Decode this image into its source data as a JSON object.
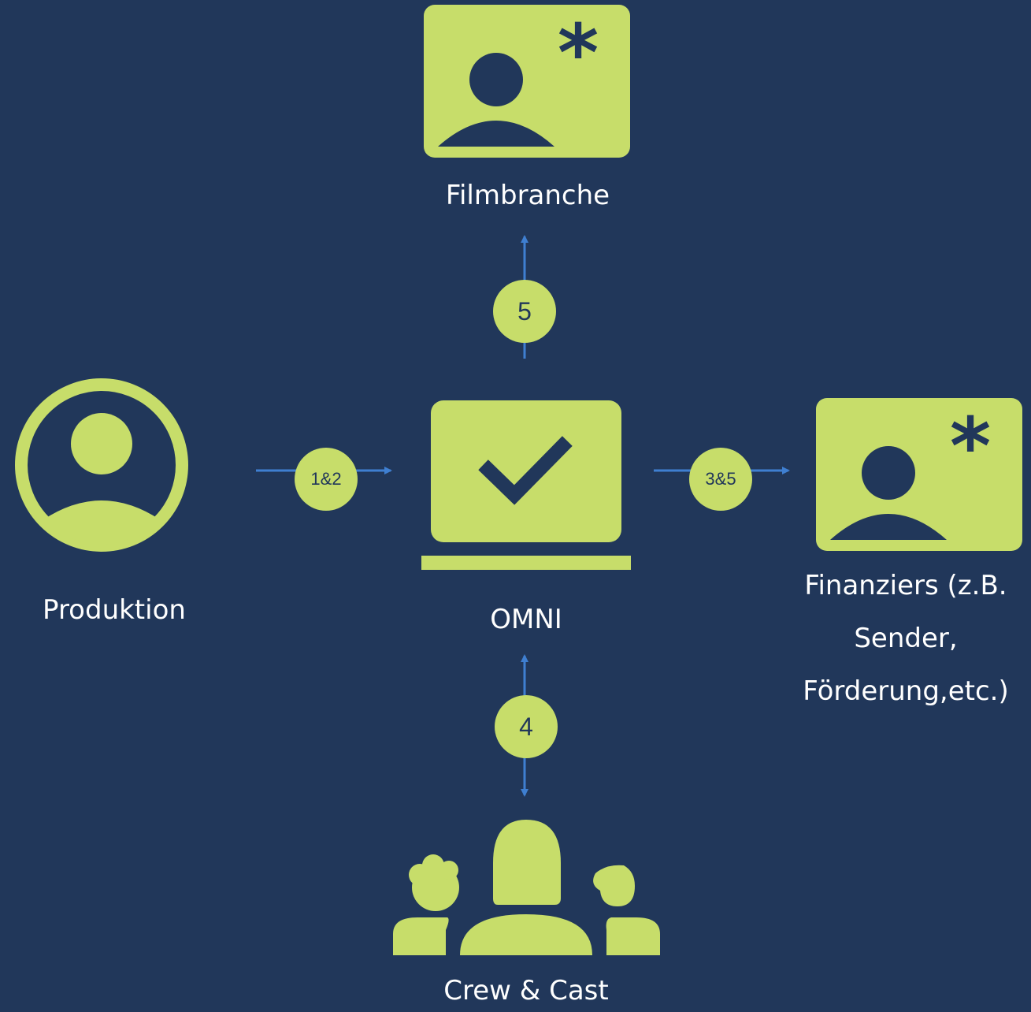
{
  "nodes": {
    "filmbranche": {
      "label": "Filmbranche"
    },
    "produktion": {
      "label": "Produktion"
    },
    "omni": {
      "label": "OMNI"
    },
    "finanziers": {
      "line1": "Finanziers (z.B.",
      "line2": "Sender,",
      "line3": "Förderung,etc.)"
    },
    "crew": {
      "label": "Crew & Cast"
    }
  },
  "badges": {
    "top": "5",
    "left": "1&2",
    "right": "3&5",
    "bottom": "4"
  },
  "icons": {
    "filmbranche": "contact-card-asterisk-icon",
    "produktion": "user-circle-icon",
    "omni": "laptop-checkmark-icon",
    "finanziers": "contact-card-asterisk-icon",
    "crew": "group-people-icon"
  },
  "colors": {
    "background": "#21375a",
    "accent": "#c7dd6a",
    "arrow": "#3f7fd1",
    "text": "#ffffff"
  }
}
